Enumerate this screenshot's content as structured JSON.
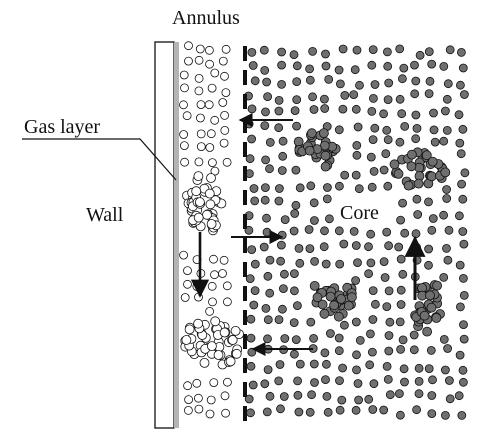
{
  "labels": {
    "annulus": "Annulus",
    "gas_layer": "Gas layer",
    "wall": "Wall",
    "core": "Core"
  },
  "colors": {
    "dark_particle": "#6f6f6f",
    "light_particle": "#ffffff",
    "stroke": "#111111",
    "wall_strip": "#b4b4b4"
  },
  "arrows": [
    {
      "name": "arrow-core-to-annulus-upper",
      "direction": "left"
    },
    {
      "name": "arrow-annulus-to-core",
      "direction": "right"
    },
    {
      "name": "arrow-downward-annulus",
      "direction": "down"
    },
    {
      "name": "arrow-core-to-annulus-lower",
      "direction": "left"
    },
    {
      "name": "arrow-upward-core",
      "direction": "up"
    }
  ]
}
